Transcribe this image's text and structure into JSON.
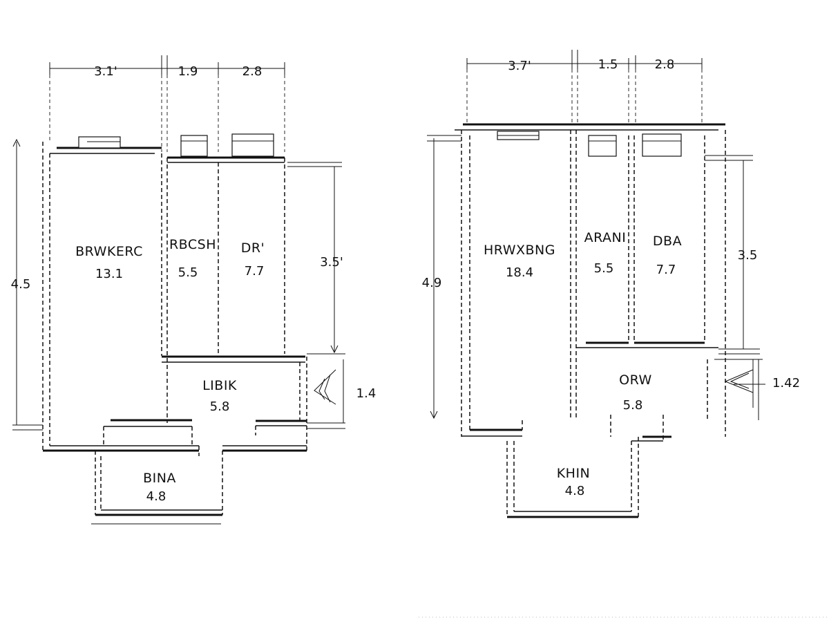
{
  "plans": [
    {
      "rooms": [
        {
          "name": "BRWKERC",
          "area": "13.1"
        },
        {
          "name": "RBCSH",
          "area": "5.5"
        },
        {
          "name": "DR'",
          "area": "7.7"
        },
        {
          "name": "LIBIK",
          "area": "5.8"
        },
        {
          "name": "BINA",
          "area": "4.8"
        }
      ],
      "dimensions": [
        "3.1'",
        "1.9",
        "2.8",
        "4.5",
        "3.5'",
        "1.4"
      ]
    },
    {
      "rooms": [
        {
          "name": "HRWXBNG",
          "area": "18.4"
        },
        {
          "name": "ARANI",
          "area": "5.5"
        },
        {
          "name": "DBA",
          "area": "7.7"
        },
        {
          "name": "ORW",
          "area": "5.8"
        },
        {
          "name": "KHIN",
          "area": "4.8"
        }
      ],
      "dimensions": [
        "3.7'",
        "1.5",
        "2.8",
        "4.9",
        "3.5",
        "1.42"
      ]
    }
  ]
}
